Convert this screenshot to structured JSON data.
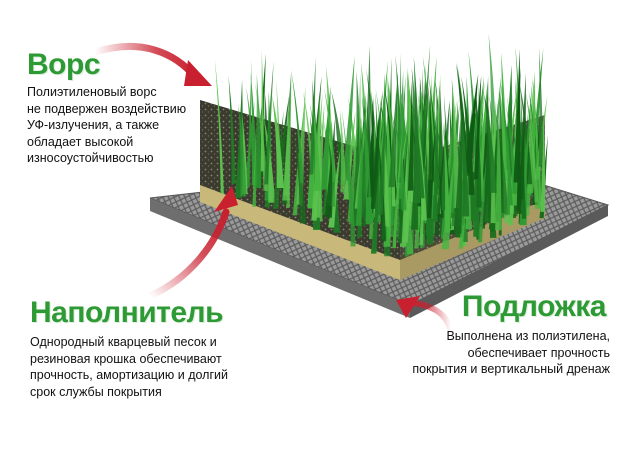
{
  "colors": {
    "title_green": "#2e9a35",
    "arrow_red": "#c9202f",
    "turf_green": "#1f7a25",
    "mesh_gray": "#7a7a7a"
  },
  "sections": {
    "vors": {
      "title": "Ворс",
      "lines": [
        "Полиэтиленовый ворс",
        "не подвержен воздействию",
        "УФ-излучения, а также",
        "обладает высокой",
        "износоустойчивостью"
      ]
    },
    "napolnitel": {
      "title": "Наполнитель",
      "lines": [
        "Однородный кварцевый песок и",
        "резиновая крошка обеспечивают",
        "прочность, амортизацию и долгий",
        "срок службы покрытия"
      ]
    },
    "podlozhka": {
      "title": "Подложка",
      "lines": [
        "Выполнена из полиэтилена,",
        "обеспечивает прочность",
        "покрытия и вертикальный дренаж"
      ]
    }
  }
}
